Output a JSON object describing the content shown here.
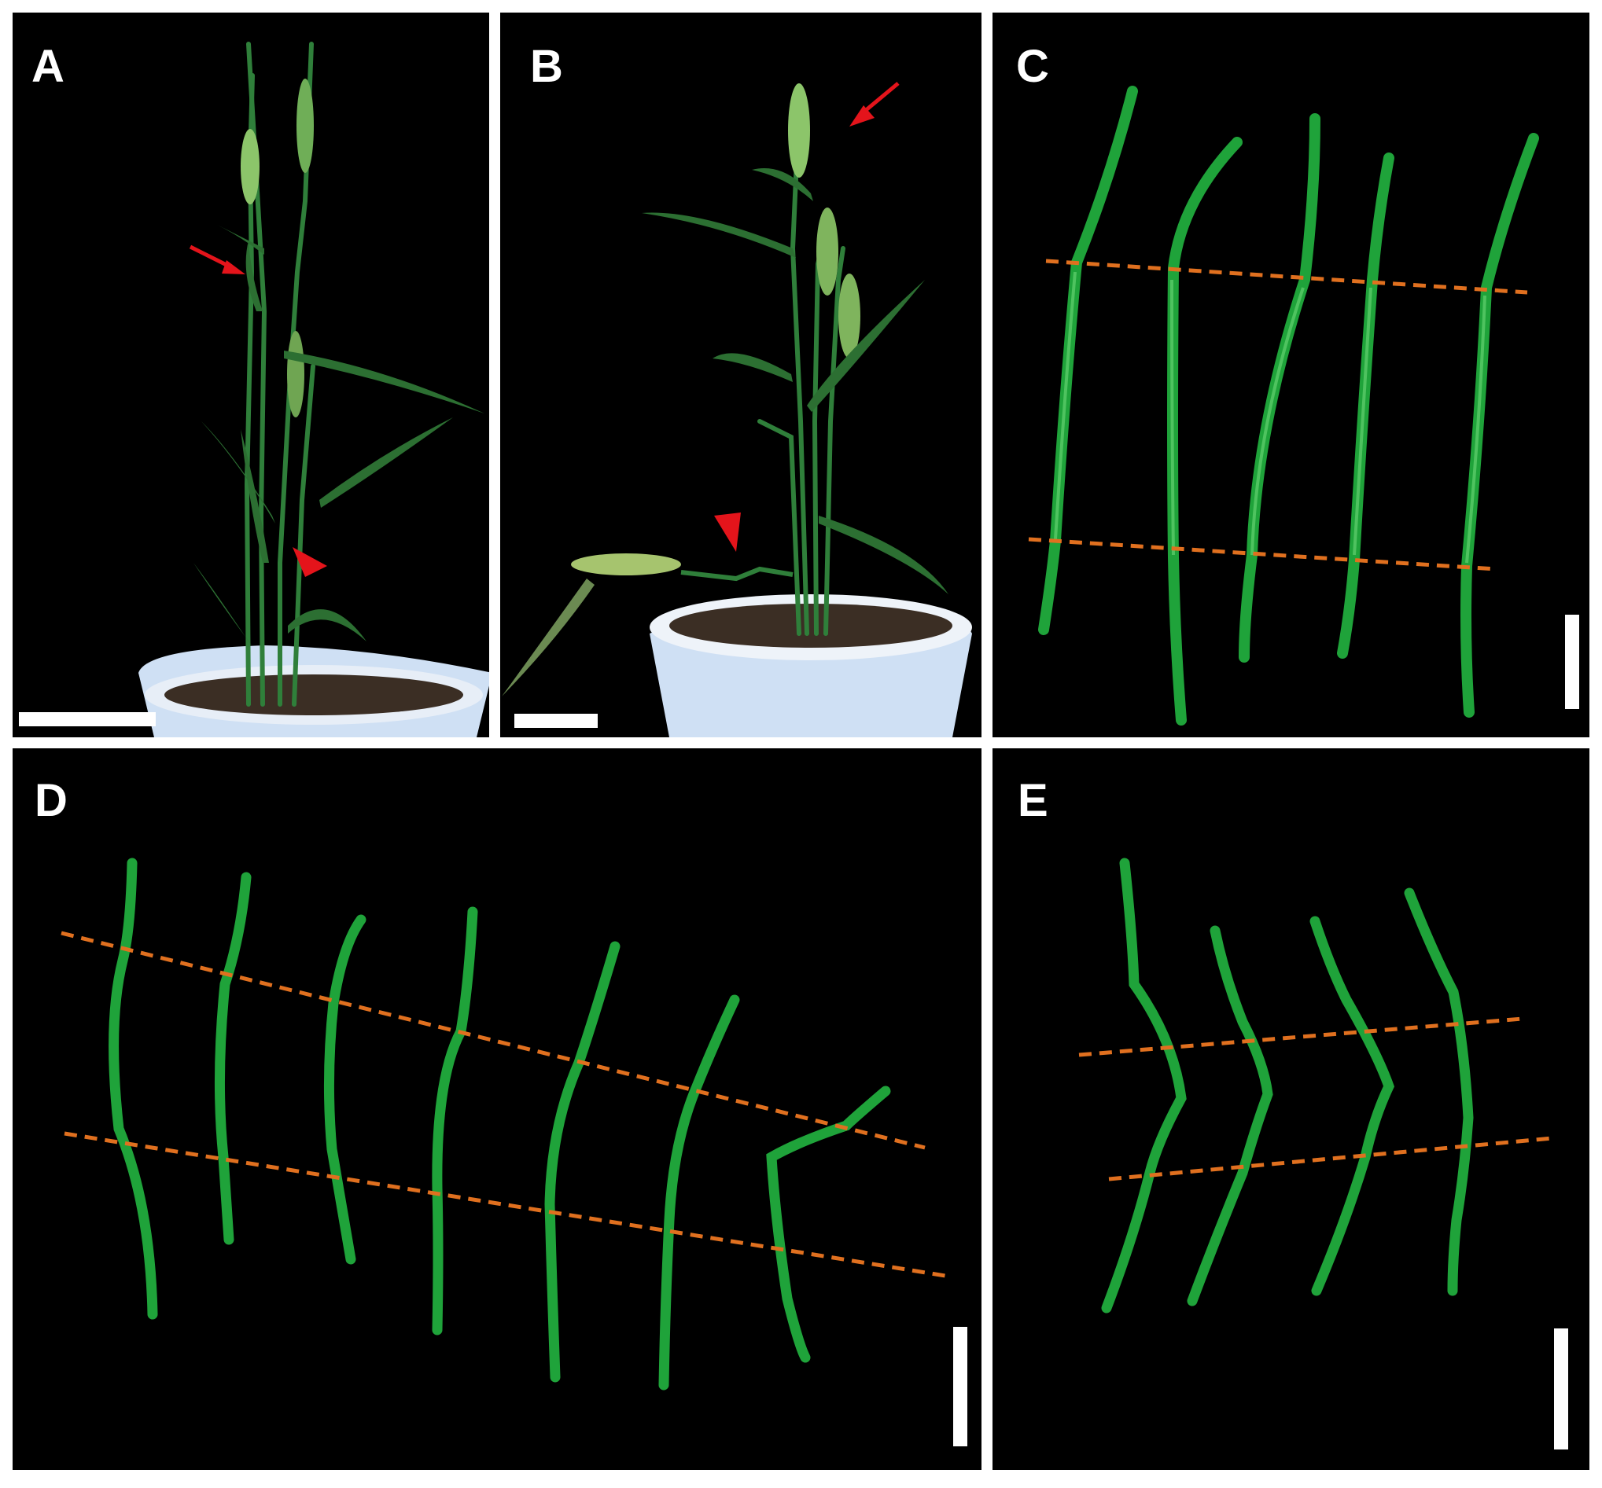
{
  "figure": {
    "panels": [
      {
        "id": "A",
        "label": "A"
      },
      {
        "id": "B",
        "label": "B"
      },
      {
        "id": "C",
        "label": "C"
      },
      {
        "id": "D",
        "label": "D"
      },
      {
        "id": "E",
        "label": "E"
      }
    ]
  },
  "colors": {
    "background": "#000000",
    "stem": "#1fa33a",
    "stem_highlight": "#5fd36a",
    "guide_line": "#e0701f",
    "marker": "#e4141b",
    "pot": "#d9e6f2",
    "soil": "#3b2e24",
    "scale_bar": "#ffffff"
  }
}
